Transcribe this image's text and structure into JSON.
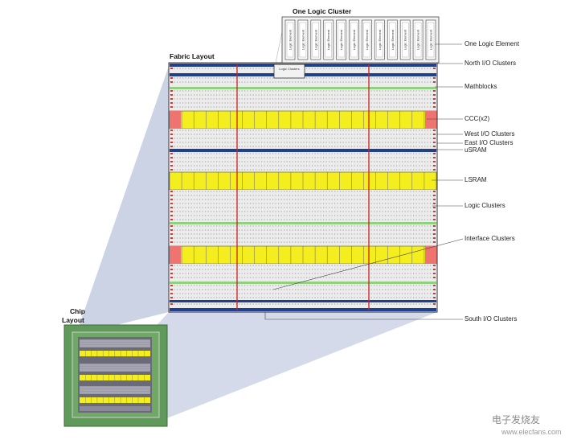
{
  "titles": {
    "logic_cluster": "One Logic Cluster",
    "fabric": "Fabric Layout",
    "chip_line1": "Chip",
    "chip_line2": "Layout"
  },
  "logic_element_text": "Logic Element",
  "callout_small": "Logic Clusters",
  "labels": {
    "logic_element": "One Logic Element",
    "north_io": "North I/O Clusters",
    "mathblocks": "Mathblocks",
    "ccc": "CCC(x2)",
    "west_io": "West I/O Clusters",
    "east_io": "East I/O Clusters",
    "usram": "uSRAM",
    "lsram": "LSRAM",
    "logic_clusters": "Logic Clusters",
    "interface_clusters": "Interface Clusters",
    "south_io": "South I/O Clusters"
  },
  "watermark": {
    "brand": "电子发烧友",
    "url": "www.elecfans.com"
  },
  "colors": {
    "lsram_yellow": "#f5ee1f",
    "ccc_red": "#ef7470",
    "io_blue": "#1f3f8f",
    "mathblock_green": "#8fd17f",
    "divider_red": "#cc2222",
    "chip_green": "#5f9a5a",
    "projection": "#b9c4dc"
  }
}
